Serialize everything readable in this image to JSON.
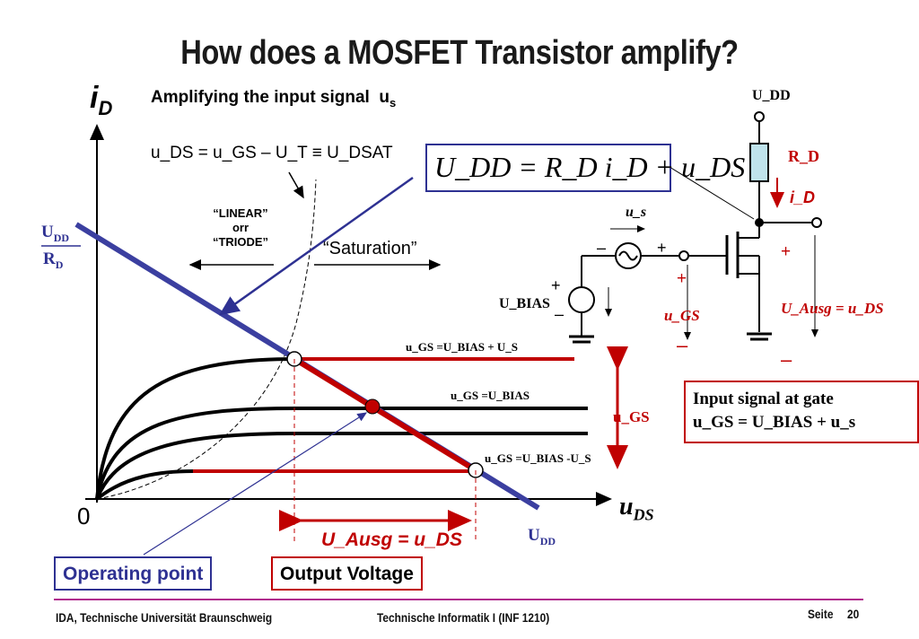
{
  "title": "How does a MOSFET Transistor amplify?",
  "subtitle": "Amplifying the input signal",
  "subtitle_signal": "u",
  "subtitle_signal_sub": "s",
  "yaxis": {
    "label": "i",
    "label_sub": "D"
  },
  "xaxis": {
    "label": "u",
    "label_sub": "DS",
    "origin": "0"
  },
  "ud_over_rd": {
    "num": "U",
    "num_sub": "DD",
    "den": "R",
    "den_sub": "D"
  },
  "udd_xaxis": {
    "text": "U",
    "sub": "DD"
  },
  "dsat_eq": "u_DS = u_GS – U_T ≡ U_DSAT",
  "regions": {
    "linear_1": "“LINEAR”",
    "linear_2": "orr",
    "linear_3": "“TRIODE”",
    "saturation": "“Saturation”"
  },
  "curve_labels": {
    "top": "u_GS =U_BIAS + U_S",
    "mid": "u_GS =U_BIAS",
    "low": "u_GS =U_BIAS -U_S"
  },
  "ugs_swing": "u_GS",
  "output_label": "U_Ausg = u_DS",
  "load_line_eq": "U_DD = R_D i_D + u_DS",
  "circuit": {
    "udd": "U_DD",
    "rd": "R_D",
    "id": "i_D",
    "us": "u_s",
    "ubias": "U_BIAS",
    "ugs": "u_GS",
    "uausg": "U_Ausg = u_DS",
    "plus": "+",
    "minus": "–"
  },
  "input_box": {
    "line1": "Input signal at gate",
    "line2": "u_GS = U_BIAS + u_s"
  },
  "callouts": {
    "operating_point": "Operating point",
    "output_voltage": "Output Voltage"
  },
  "footer": {
    "left": "IDA, Technische Universität Braunschweig",
    "center": "Technische Informatik I (INF 1210)",
    "page_label": "Seite",
    "page_number": "20"
  },
  "colors": {
    "load_line": "#3b3fa0",
    "red": "#c00000",
    "blue": "#2e3192",
    "axis": "#000000"
  }
}
